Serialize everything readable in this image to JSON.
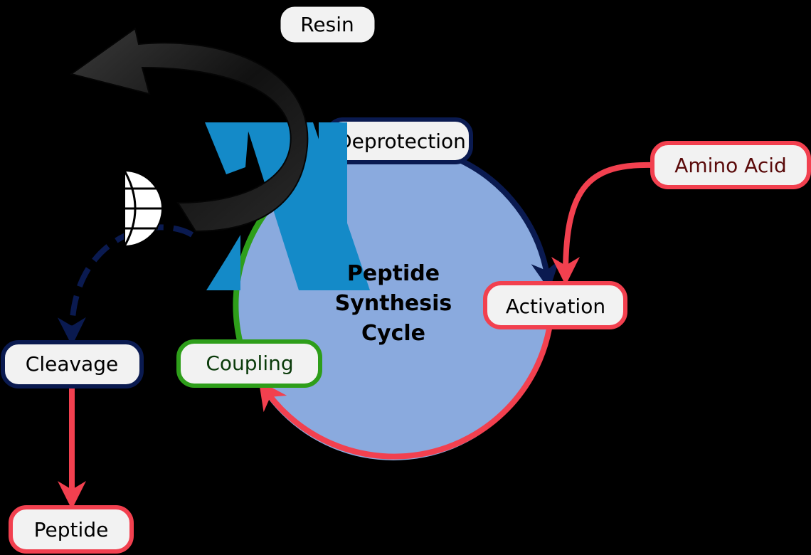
{
  "diagram": {
    "center": {
      "lines": [
        "Peptide",
        "Synthesis",
        "Cycle"
      ]
    },
    "nodes": {
      "resin": "Resin",
      "deprotection": "Deprotection",
      "amino_acid": "Amino Acid",
      "activation": "Activation",
      "coupling": "Coupling",
      "cleavage": "Cleavage",
      "peptide": "Peptide"
    }
  },
  "colors": {
    "background": "#000000",
    "cycle_fill": "#8aaade",
    "navy": "#0a1a50",
    "red": "#f2404f",
    "green": "#2e9e1a",
    "blue_logo": "#148ac8",
    "box_fill": "#f2f2f2",
    "amino_text": "#5a0a0a",
    "coupling_text": "#0a3a0a"
  }
}
